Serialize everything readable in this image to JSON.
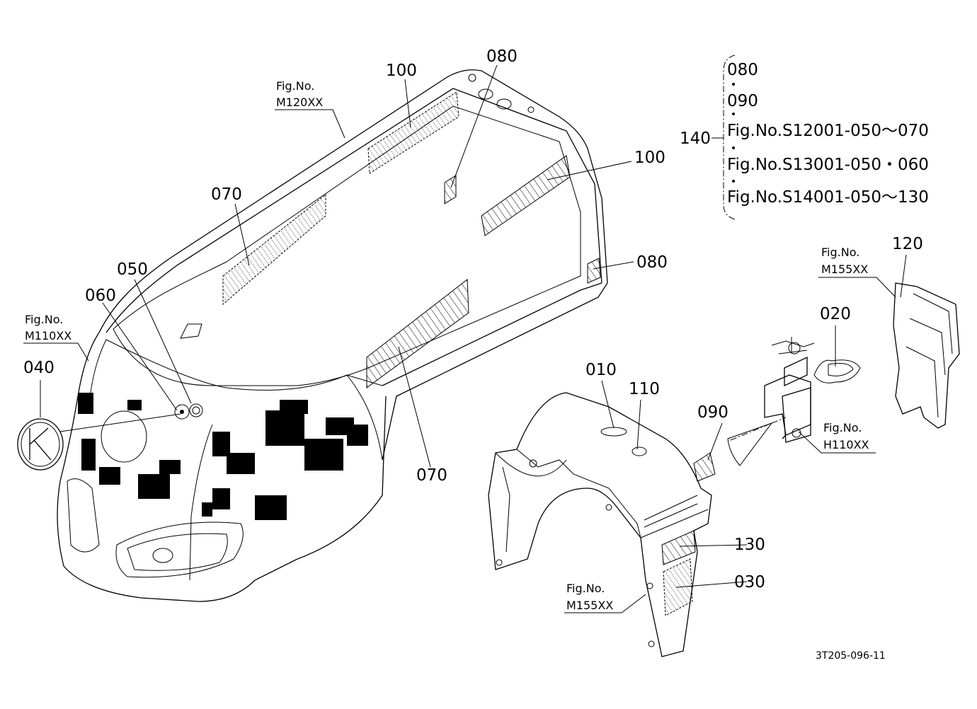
{
  "callouts": {
    "c100_top": "100",
    "c080_top": "080",
    "c070_left": "070",
    "c100_right": "100",
    "c080_right": "080",
    "c050": "050",
    "c060": "060",
    "c040": "040",
    "c070_bottom": "070",
    "c010": "010",
    "c110": "110",
    "c090": "090",
    "c020": "020",
    "c120": "120",
    "c130": "130",
    "c030": "030"
  },
  "figrefs": {
    "m120": {
      "line1": "Fig.No.",
      "line2": "M120XX"
    },
    "m110": {
      "line1": "Fig.No.",
      "line2": "M110XX"
    },
    "m155_right": {
      "line1": "Fig.No.",
      "line2": "M155XX"
    },
    "h110": {
      "line1": "Fig.No.",
      "line2": "H110XX"
    },
    "m155_bottom": {
      "line1": "Fig.No.",
      "line2": "M155XX"
    }
  },
  "bom_group": {
    "number": "140",
    "items": [
      "080",
      "090",
      "Fig.No.S12001-050～070",
      "Fig.No.S13001-050・060",
      "Fig.No.S14001-050～130"
    ]
  },
  "drawing_code": "3T205-096-11"
}
